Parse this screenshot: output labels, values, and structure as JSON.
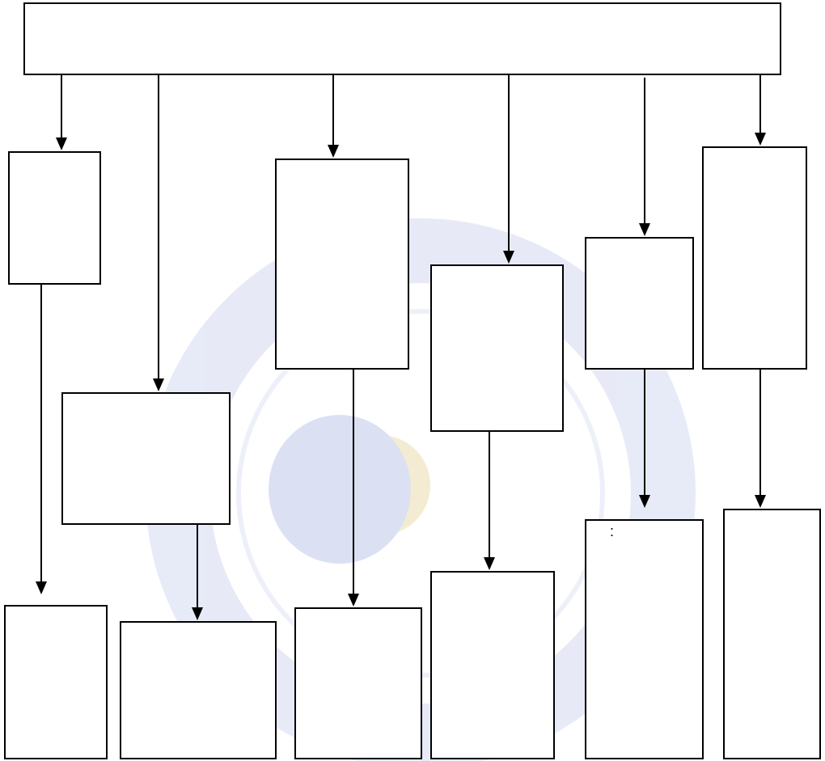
{
  "diagram": {
    "nodes": [
      {
        "id": "root",
        "text": ""
      },
      {
        "id": "level1-1",
        "text": ""
      },
      {
        "id": "level1-2",
        "text": ""
      },
      {
        "id": "level1-3",
        "text": ""
      },
      {
        "id": "level1-4",
        "text": ""
      },
      {
        "id": "level1-5",
        "text": ""
      },
      {
        "id": "level1-6",
        "text": ""
      },
      {
        "id": "level2-1",
        "text": ""
      },
      {
        "id": "level2-2",
        "text": ""
      },
      {
        "id": "level2-3",
        "text": ""
      },
      {
        "id": "level2-4",
        "text": ""
      },
      {
        "id": "level2-5",
        "text": ":"
      },
      {
        "id": "level2-6",
        "text": ""
      }
    ],
    "edges": [
      {
        "from": "root",
        "to": "level1-1"
      },
      {
        "from": "root",
        "to": "level1-2"
      },
      {
        "from": "root",
        "to": "level1-3"
      },
      {
        "from": "root",
        "to": "level1-4"
      },
      {
        "from": "root",
        "to": "level1-5"
      },
      {
        "from": "root",
        "to": "level1-6"
      },
      {
        "from": "level1-1",
        "to": "level2-1"
      },
      {
        "from": "level1-2",
        "to": "level2-2"
      },
      {
        "from": "level1-3",
        "to": "level2-3"
      },
      {
        "from": "level1-4",
        "to": "level2-4"
      },
      {
        "from": "level1-5",
        "to": "level2-5"
      },
      {
        "from": "level1-6",
        "to": "level2-6"
      }
    ]
  }
}
